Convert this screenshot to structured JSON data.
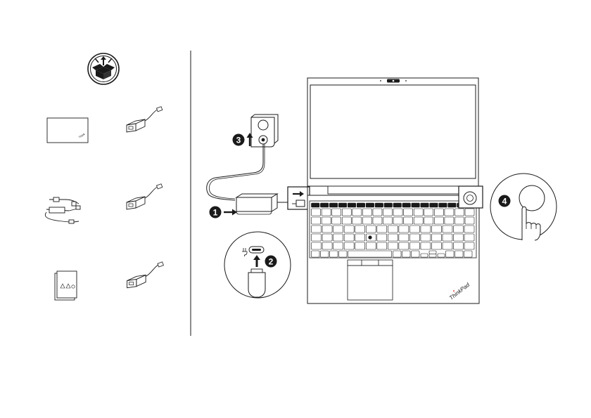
{
  "steps": [
    {
      "number": "1"
    },
    {
      "number": "2"
    },
    {
      "number": "3"
    },
    {
      "number": "4"
    }
  ],
  "laptop": {
    "brand_logo": "ThinkPad"
  },
  "box_contents": {
    "items": [
      {
        "icon": "cleaning-cloth-icon"
      },
      {
        "icon": "usb-c-adapter-icon"
      },
      {
        "icon": "power-cord-and-adapter-icon"
      },
      {
        "icon": "usb-c-adapter-icon"
      },
      {
        "icon": "documentation-icon"
      },
      {
        "icon": "usb-c-adapter-icon"
      }
    ]
  },
  "colors": {
    "line": "#1a1a1a",
    "badge_bg": "#1a1a1a",
    "badge_text": "#ffffff",
    "logo_red": "#d52b1e"
  }
}
